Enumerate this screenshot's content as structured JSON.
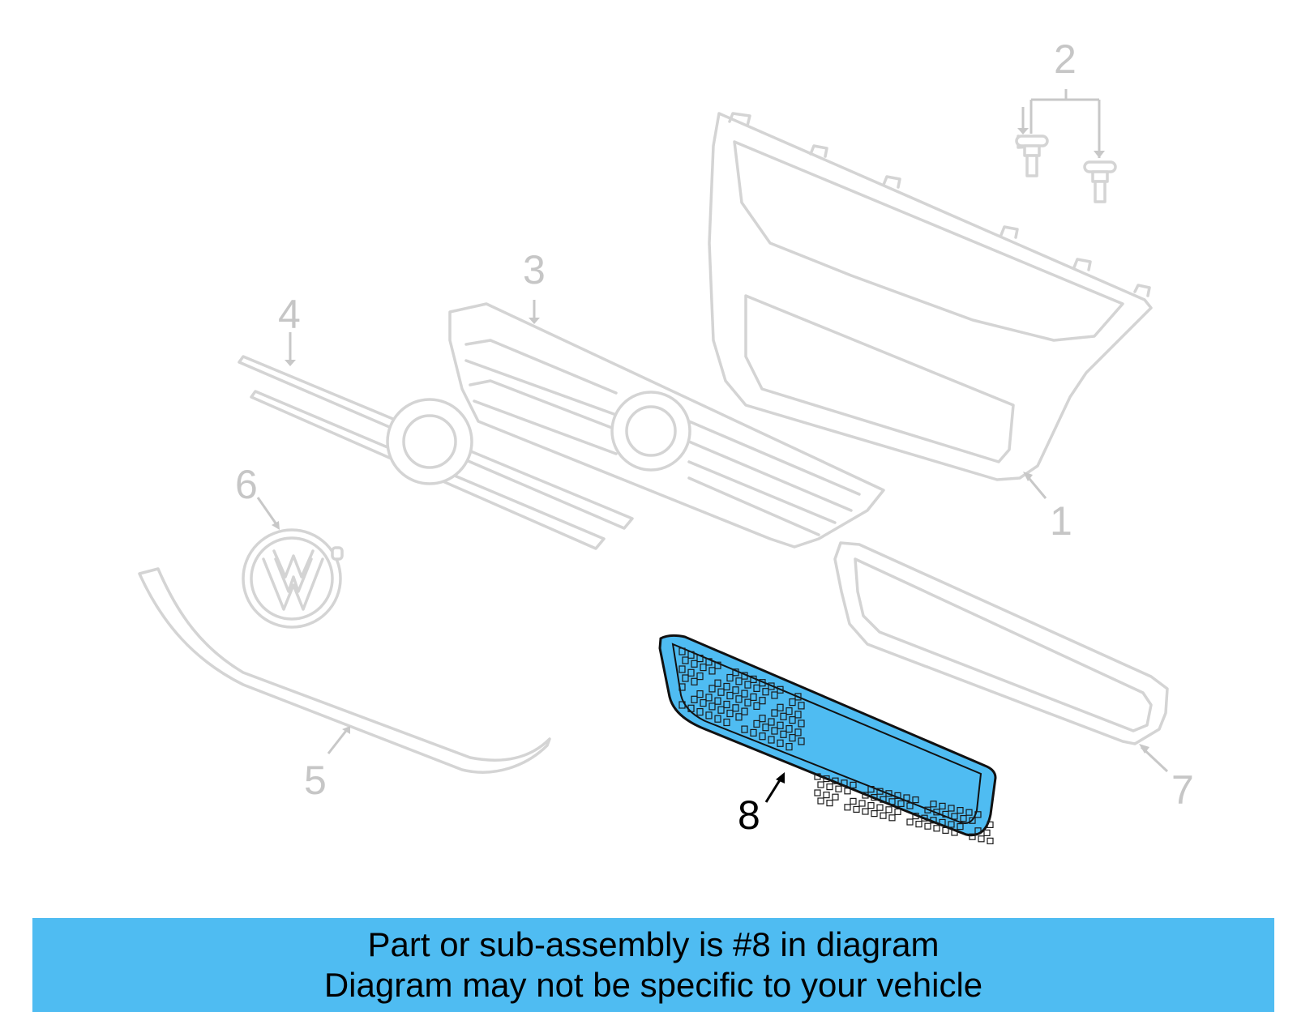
{
  "diagram": {
    "callouts": [
      {
        "id": 1,
        "label": "1"
      },
      {
        "id": 2,
        "label": "2"
      },
      {
        "id": 3,
        "label": "3"
      },
      {
        "id": 4,
        "label": "4"
      },
      {
        "id": 5,
        "label": "5"
      },
      {
        "id": 6,
        "label": "6"
      },
      {
        "id": 7,
        "label": "7"
      },
      {
        "id": 8,
        "label": "8"
      }
    ],
    "highlighted_part": "8",
    "colors": {
      "highlight_fill": "#4fbcf2",
      "ghost_stroke": "#d4d4d4",
      "active_label": "#000000"
    }
  },
  "banner": {
    "line1": "Part or sub-assembly is #8 in diagram",
    "line2": "Diagram may not be specific to your vehicle",
    "color": "#4fbcf2"
  }
}
